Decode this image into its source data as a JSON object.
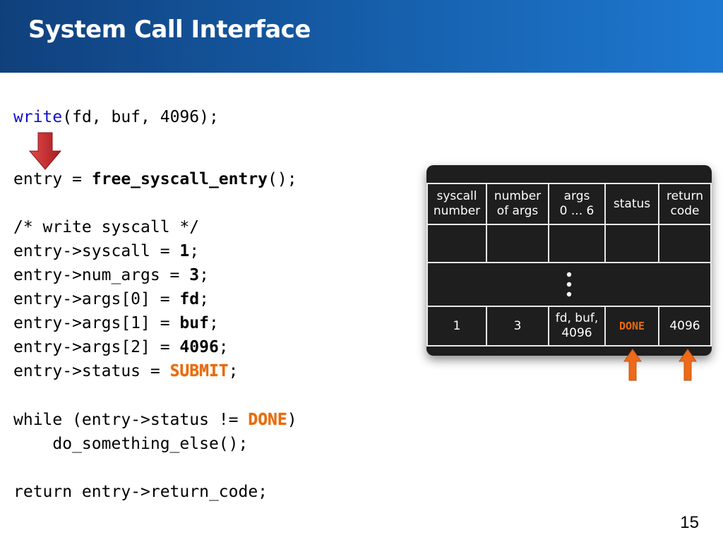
{
  "slide": {
    "title": "System Call Interface",
    "page_number": "15"
  },
  "code": {
    "line1_fn": "write",
    "line1_rest": "(fd, buf, 4096);",
    "line2_pre": "entry = ",
    "line2_fn": "free_syscall_entry",
    "line2_post": "();",
    "line3": "/* write syscall */",
    "line4_pre": "entry->syscall = ",
    "line4_val": "1",
    "line4_post": ";",
    "line5_pre": "entry->num_args = ",
    "line5_val": "3",
    "line5_post": ";",
    "line6_pre": "entry->args[0] = ",
    "line6_val": "fd",
    "line6_post": ";",
    "line7_pre": "entry->args[1] = ",
    "line7_val": "buf",
    "line7_post": ";",
    "line8_pre": "entry->args[2] = ",
    "line8_val": "4096",
    "line8_post": ";",
    "line9_pre": "entry->status = ",
    "line9_val": "SUBMIT",
    "line9_post": ";",
    "line10_pre": "while (entry->status != ",
    "line10_val": "DONE",
    "line10_post": ")",
    "line11": "    do_something_else();",
    "line12": "return entry->return_code;"
  },
  "table": {
    "headers": [
      "syscall\nnumber",
      "number\nof args",
      "args\n0 ... 6",
      "status",
      "return\ncode"
    ],
    "row": {
      "syscall": "1",
      "num_args": "3",
      "args": "fd, buf,\n4096",
      "status": "DONE",
      "return_code": "4096"
    }
  },
  "colors": {
    "header_dark": "#10407c",
    "header_light": "#1e78d0",
    "keyword_blue": "#1010c8",
    "highlight_orange": "#e86a10",
    "arrow_red": "#c8262a",
    "arrow_orange": "#ec6a1a"
  }
}
